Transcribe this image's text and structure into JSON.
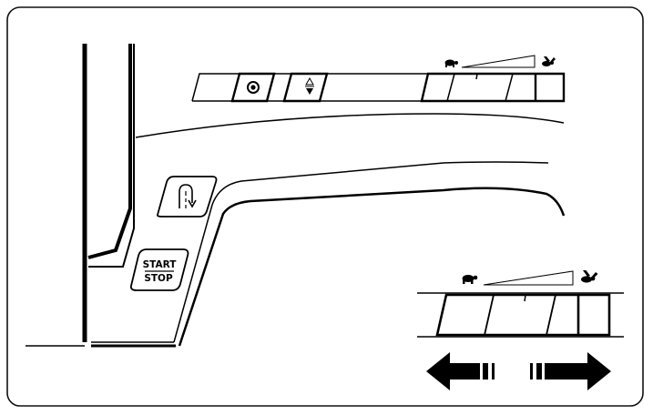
{
  "controls": {
    "needle_position_button": {
      "icon": "needle-stop-position-icon"
    },
    "needle_up_down_button": {
      "icon": "needle-up-down-icon"
    },
    "reverse_button": {
      "icon": "reverse-stitch-icon"
    },
    "start_stop_button": {
      "line1": "START",
      "line2": "STOP"
    }
  },
  "speed_slider": {
    "slow_icon": "turtle-icon",
    "fast_icon": "rabbit-icon"
  },
  "detail": {
    "slow_icon": "turtle-icon",
    "fast_icon": "rabbit-icon",
    "direction": "left-right"
  }
}
